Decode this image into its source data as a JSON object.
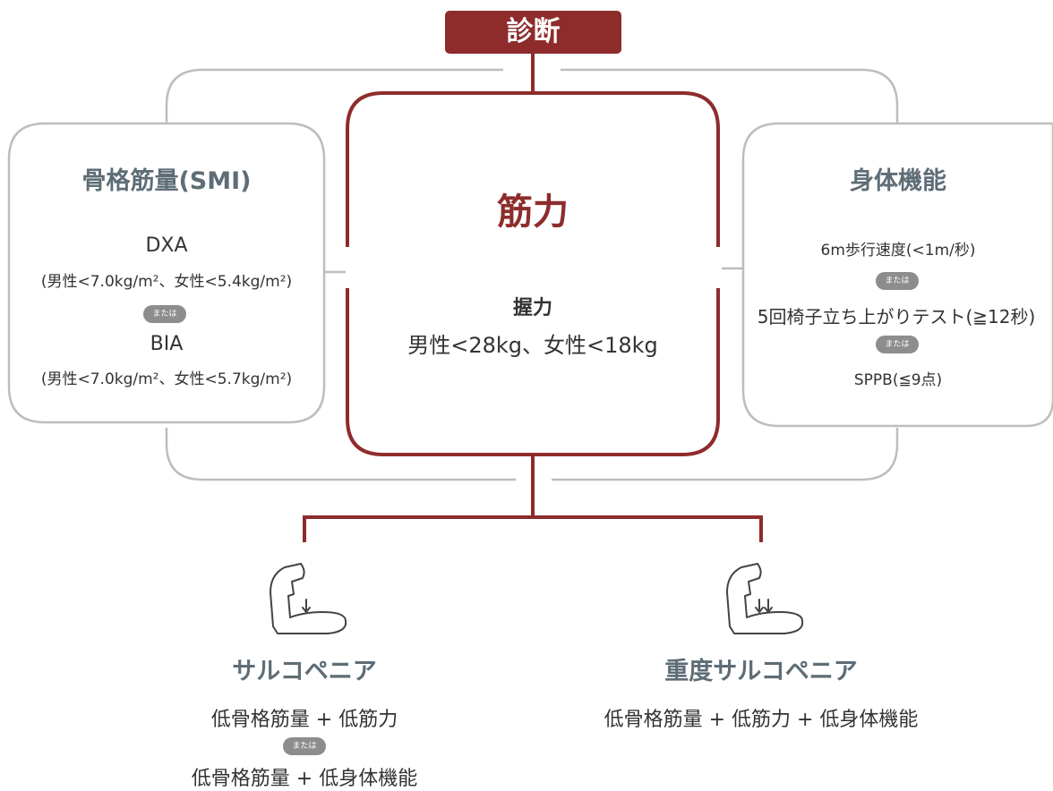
{
  "header": {
    "diagnosis_label": "診断"
  },
  "left": {
    "title": "骨格筋量(SMI)",
    "dxa_label": "DXA",
    "dxa_criteria": "(男性<7.0kg/m²、女性<5.4kg/m²)",
    "or_label": "または",
    "bia_label": "BIA",
    "bia_criteria": "(男性<7.0kg/m²、女性<5.7kg/m²)"
  },
  "center": {
    "title": "筋力",
    "grip_label": "握力",
    "grip_criteria": "男性<28kg、女性<18kg"
  },
  "right": {
    "title": "身体機能",
    "walk_speed": "6m歩行速度(<1m/秒)",
    "or_label_1": "または",
    "chair_test": "5回椅子立ち上がりテスト(≧12秒)",
    "or_label_2": "または",
    "sppb": "SPPB(≦9点)"
  },
  "results": {
    "sarcopenia": {
      "icon": "arm-down-arrow-icon",
      "title": "サルコペニア",
      "line1": "低骨格筋量 + 低筋力",
      "or_label": "または",
      "line2": "低骨格筋量 + 低身体機能"
    },
    "severe": {
      "icon": "arm-double-down-arrow-icon",
      "title": "重度サルコペニア",
      "line1": "低骨格筋量 + 低筋力 + 低身体機能"
    }
  },
  "colors": {
    "accent": "#8e2c2c",
    "gray_line": "#bdbdbd",
    "heading": "#5e6d76",
    "pill": "#8d8d8d"
  }
}
